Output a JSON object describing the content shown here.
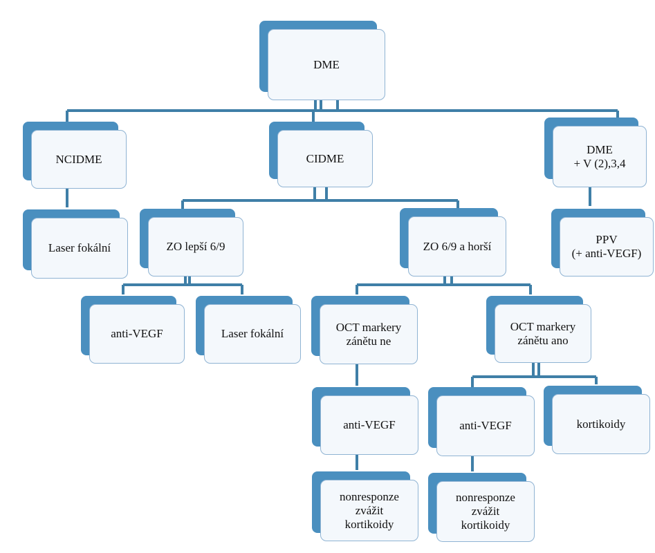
{
  "colors": {
    "shadow": "#4a8fbf",
    "box_fill": "#f4f8fc",
    "box_border": "#8fb3d3",
    "connector": "#3f7fa7",
    "text": "#111111"
  },
  "nodes": {
    "dme": "DME",
    "ncidme": "NCIDME",
    "cidme": "CIDME",
    "dme_v": "DME\n+ V (2),3,4",
    "laser_fokalni_1": "Laser fokální",
    "zo_lepsi": "ZO lepší 6/9",
    "zo_horsi": "ZO 6/9 a horší",
    "ppv": "PPV\n(+ anti-VEGF)",
    "anti_vegf_1": "anti-VEGF",
    "laser_fokalni_2": "Laser fokální",
    "oct_ne": "OCT markery\nzánětu ne",
    "oct_ano": "OCT markery\nzánětu ano",
    "anti_vegf_2": "anti-VEGF",
    "anti_vegf_3": "anti-VEGF",
    "kortikoidy": "kortikoidy",
    "nonresponze_1": "nonresponze\nzvážit\nkortikoidy",
    "nonresponze_2": "nonresponze\nzvážit\nkortikoidy"
  }
}
